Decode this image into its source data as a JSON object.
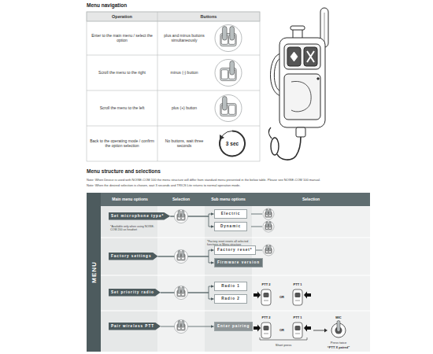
{
  "diagram": {
    "title": "Menu navigation",
    "nodes": [
      {
        "text": [
          "MENU"
        ]
      },
      {
        "text": [
          "Set microphone type*"
        ],
        "in": 0
      },
      {
        "text": [
          "Electric"
        ],
        "in": 0
      },
      {
        "text": [
          "Dynamic"
        ],
        "in": 0
      },
      {
        "text": [
          "Factory settings"
        ],
        "in": 0
      },
      {
        "text": [
          "Factory reset*"
        ],
        "in": 0
      },
      {
        "text": [
          "Firmware version"
        ],
        "in": 0
      },
      {
        "text": [
          "Set priority radio"
        ],
        "in": 0
      },
      {
        "text": [
          "Radio 1"
        ],
        "in": 0
      },
      {
        "text": [
          "Radio 2"
        ],
        "in": 0
      },
      {
        "text": [
          "Pair wireless PTT"
        ],
        "in": 0
      },
      {
        "text": [
          "Enter pairing"
        ],
        "in": 0
      }
    ],
    "edges": [
      {
        "from": 1,
        "to": 2,
        "arrow": "to"
      },
      {
        "from": 1,
        "to": 3,
        "arrow": "to"
      },
      {
        "from": 4,
        "to": 5,
        "arrow": "to"
      },
      {
        "from": 4,
        "to": 6,
        "arrow": "to"
      },
      {
        "from": 7,
        "to": 8,
        "arrow": "to"
      },
      {
        "from": 7,
        "to": 9,
        "arrow": "to"
      },
      {
        "from": 10,
        "to": 11,
        "arrow": "to"
      }
    ],
    "labels": [
      "Operation",
      "Buttons",
      "Enter to the main menu / select the option",
      "plus and minus buttons simultaneously",
      "Scroll the menu to the right",
      "minus (-) button",
      "Scroll the menu to the left",
      "plus (+) button",
      "Back to the operating mode / confirm the option selection",
      "No buttons, wait three seconds",
      "3 sec",
      "Menu structure and selections",
      "Note: When Device is used with NOISE-COM 100 the menu structure will differ from standard menu presented in the below table. Please see NOISE-COM 100 manual.",
      "Note: When the desired selection is chosen, wait 3 seconds and TRICS Lite returns to normal operation mode.",
      "Main menu options",
      "Selection",
      "Sub menu options",
      "Selection",
      "*Available only when using NOISE-COM 200 as headset",
      "*Factory reset resets all selected functions in Menu structure",
      "PTT 2",
      "OR",
      "PTT 1",
      "PTT 2",
      "OR",
      "PTT 1",
      "MIC",
      "Short press",
      "Press twice",
      "“PTT X paired”"
    ]
  }
}
